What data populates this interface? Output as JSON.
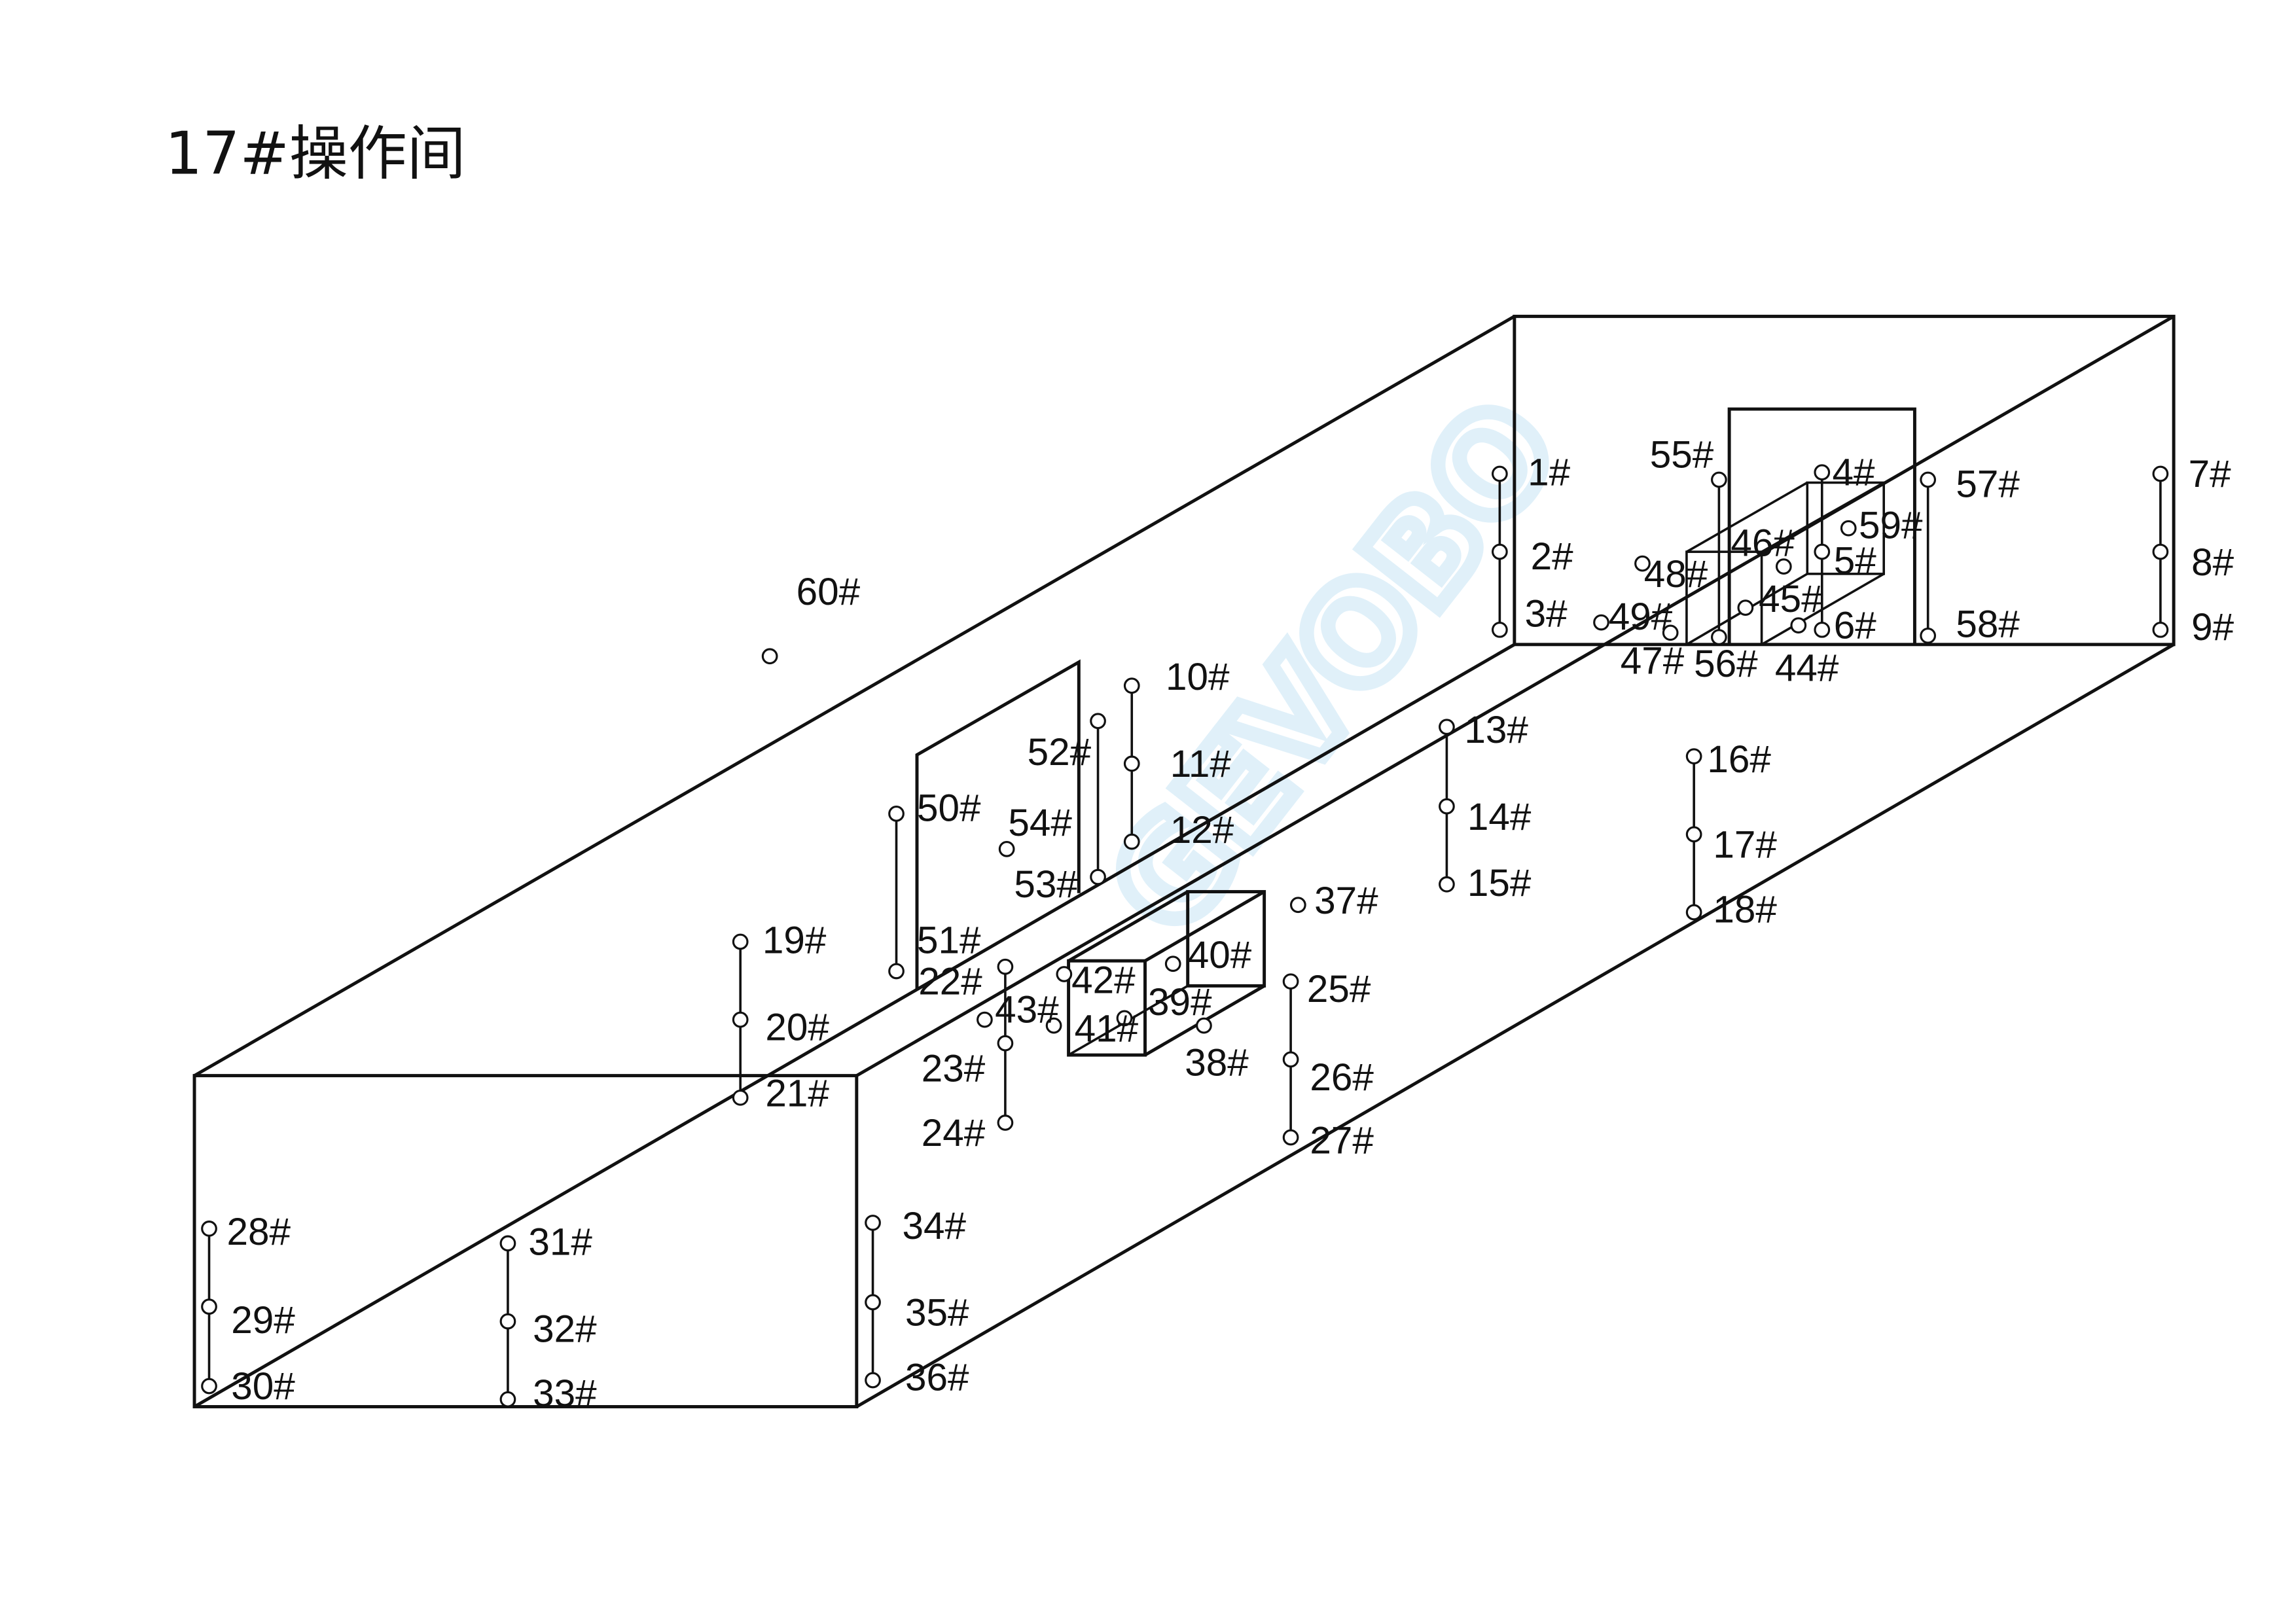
{
  "title": "17#操作间",
  "watermark": "GEVOBO",
  "colors": {
    "line": "#111111",
    "watermark": "#d6ecf8"
  },
  "points": [
    "1#",
    "2#",
    "3#",
    "4#",
    "5#",
    "6#",
    "7#",
    "8#",
    "9#",
    "10#",
    "11#",
    "12#",
    "13#",
    "14#",
    "15#",
    "16#",
    "17#",
    "18#",
    "19#",
    "20#",
    "21#",
    "22#",
    "23#",
    "24#",
    "25#",
    "26#",
    "27#",
    "28#",
    "29#",
    "30#",
    "31#",
    "32#",
    "33#",
    "34#",
    "35#",
    "36#",
    "37#",
    "38#",
    "39#",
    "40#",
    "41#",
    "42#",
    "43#",
    "44#",
    "45#",
    "46#",
    "47#",
    "48#",
    "49#",
    "50#",
    "51#",
    "52#",
    "53#",
    "54#",
    "55#",
    "56#",
    "57#",
    "58#",
    "59#",
    "60#"
  ]
}
